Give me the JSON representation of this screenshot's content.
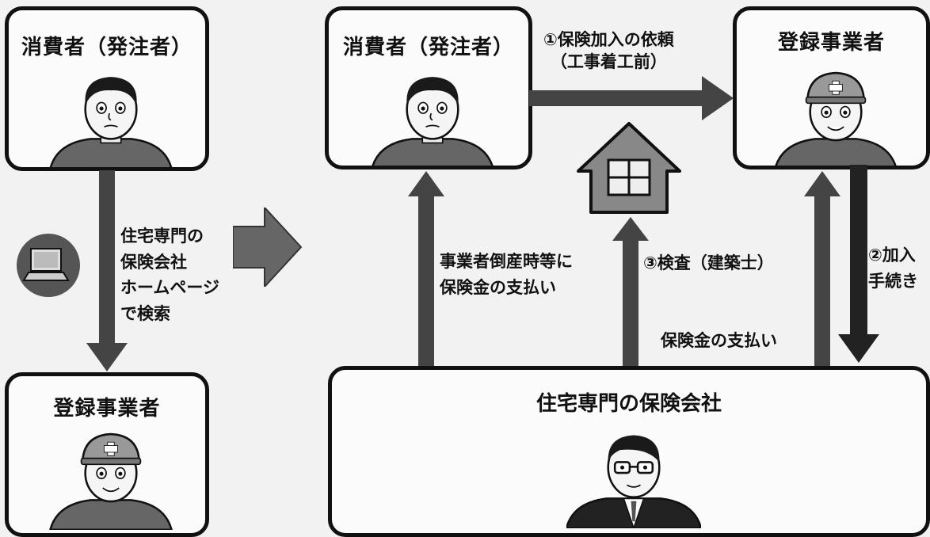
{
  "left_panel": {
    "consumer_title": "消費者（発注者）",
    "search_label": [
      "住宅専門の",
      "保険会社",
      "ホームページ",
      "で検索"
    ],
    "registered_title": "登録事業者"
  },
  "right_panel": {
    "consumer_title": "消費者（発注者）",
    "registered_title": "登録事業者",
    "insurer_title": "住宅専門の保険会社",
    "step1_label": [
      "①保険加入の依頼",
      "（工事着工前）"
    ],
    "step2_label": [
      "②加入",
      "手続き"
    ],
    "step3_label": "③検査（建築士）",
    "payout_consumer_label": [
      "事業者倒産時等に",
      "保険金の支払い"
    ],
    "payout_registered_label": "保険金の支払い"
  }
}
